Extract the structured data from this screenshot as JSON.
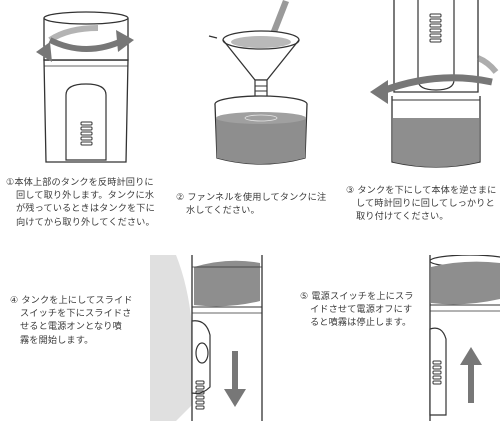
{
  "instructions": [
    {
      "number": "①",
      "lines": [
        "本体上部のタンクを反時計回りに",
        "回して取り外します。タンクに水",
        "が残っているときはタンクを下に",
        "向けてから取り外してください。"
      ]
    },
    {
      "number": "②",
      "lines": [
        "ファンネルを使用してタンクに注",
        "水してください。"
      ]
    },
    {
      "number": "③",
      "lines": [
        "タンクを下にして本体を逆さまに",
        "して時計回りに回してしっかりと",
        "取り付けてください。"
      ]
    },
    {
      "number": "④",
      "lines": [
        "タンクを上にしてスライド",
        "スイッチを下にスライドさ",
        "せると電源オンとなり噴",
        "霧を開始します。"
      ]
    },
    {
      "number": "⑤",
      "lines": [
        "電源スイッチを上にスラ",
        "イドさせて電源オフにす",
        "ると噴霧は停止します。"
      ]
    }
  ],
  "colors": {
    "outline": "#333333",
    "arrow": "#777777",
    "water": "#8a8a8a",
    "water_light": "#a8a8a8",
    "text": "#3a3a3a"
  }
}
